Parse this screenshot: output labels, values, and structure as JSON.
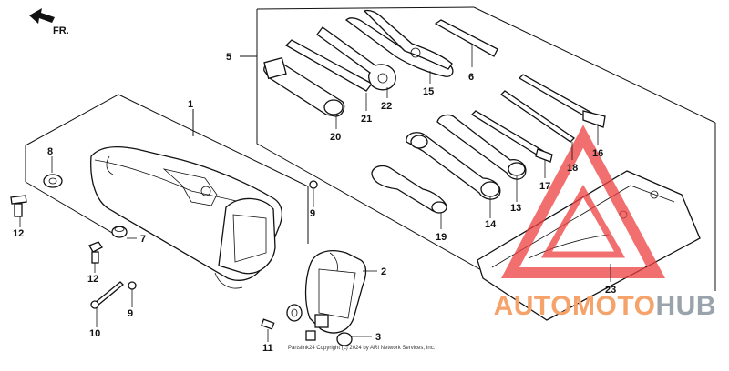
{
  "direction_label": "FR.",
  "copyright": "Partslink24 Copyright (c) 2024 by ARI Network Services, Inc.",
  "brand": {
    "part1": "AUTOMOTO",
    "part2": "HUB",
    "color1": "#f5a36a",
    "color2": "#9aa3ab",
    "mark_color": "#ee3f3f"
  },
  "callouts": {
    "c1": "1",
    "c2": "2",
    "c3": "3",
    "c5": "5",
    "c6": "6",
    "c7": "7",
    "c8": "8",
    "c9a": "9",
    "c9b": "9",
    "c10": "10",
    "c11": "11",
    "c12a": "12",
    "c12b": "12",
    "c13": "13",
    "c14": "14",
    "c15": "15",
    "c16": "16",
    "c17": "17",
    "c18": "18",
    "c19": "19",
    "c20": "20",
    "c21": "21",
    "c22": "22",
    "c23": "23"
  }
}
